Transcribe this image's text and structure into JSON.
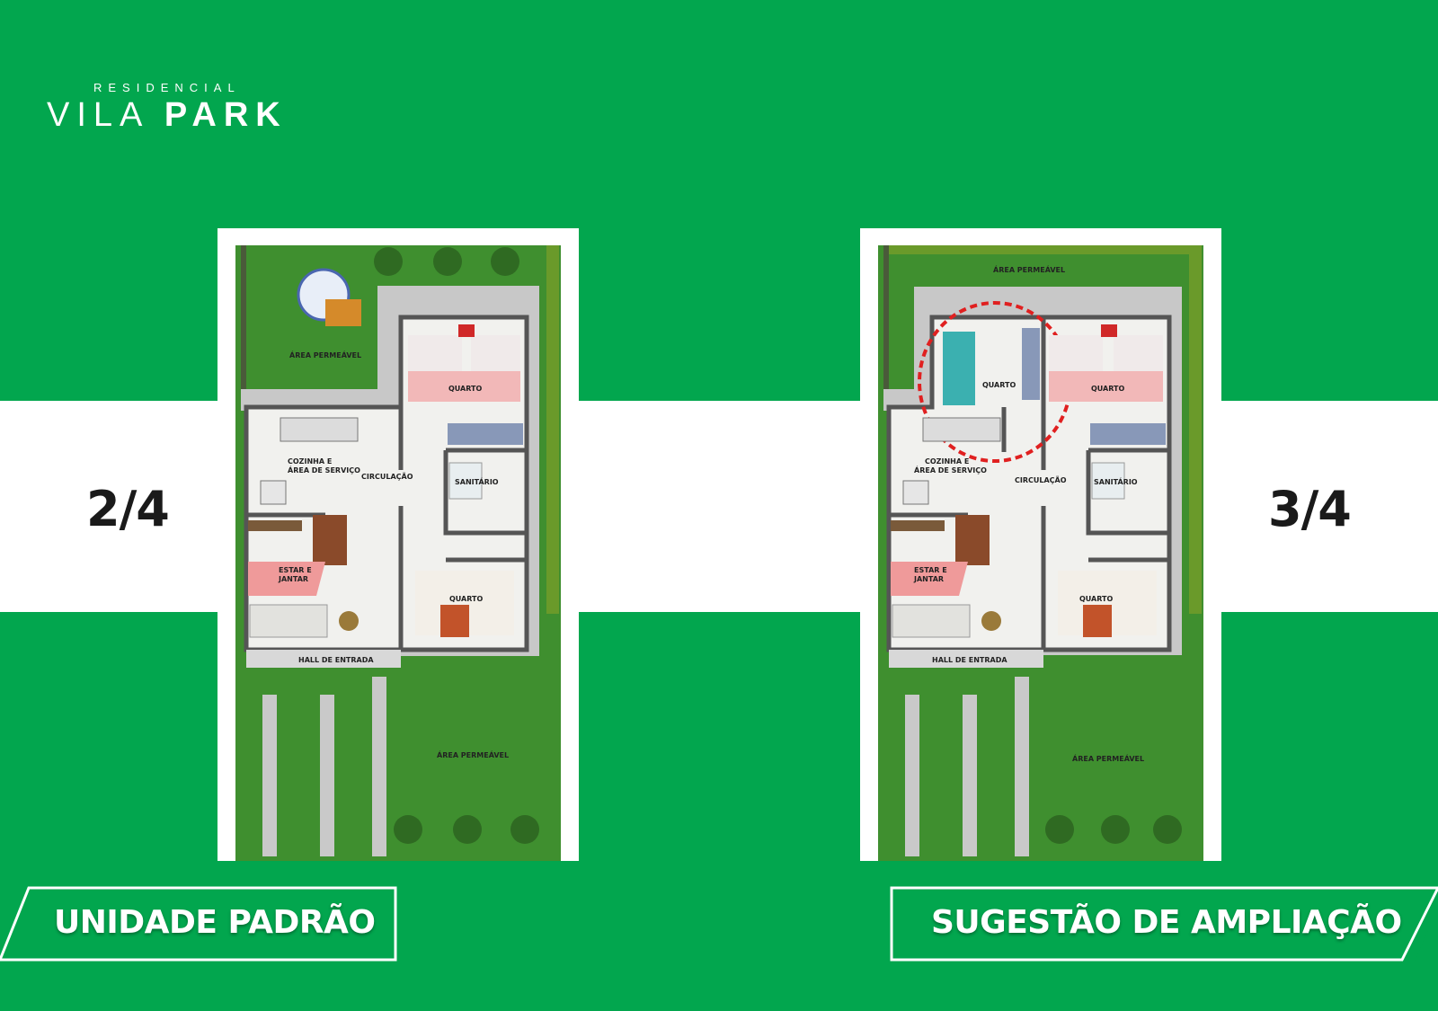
{
  "colors": {
    "brand": "#02a64e",
    "band": "#ffffff",
    "grass": "#3f8f2f",
    "floor": "#f1f1ee",
    "wall": "#555555",
    "path": "#c8c8c8",
    "highlight": "#e02020"
  },
  "logo": {
    "small": "RESIDENCIAL",
    "word_thin": "VILA",
    "word_bold": "PARK"
  },
  "left_option": {
    "ratio": "2/4",
    "banner": "UNIDADE PADRÃO",
    "plan_labels": {
      "area_top": "ÁREA PERMEÁVEL",
      "quarto_top": "QUARTO",
      "cozinha_1": "COZINHA E",
      "cozinha_2": "ÁREA DE SERVIÇO",
      "circulacao": "CIRCULAÇÃO",
      "sanitario": "SANITÁRIO",
      "estar_1": "ESTAR E",
      "estar_2": "JANTAR",
      "quarto_bottom": "QUARTO",
      "hall": "HALL DE ENTRADA",
      "area_bottom": "ÁREA PERMEÁVEL"
    }
  },
  "right_option": {
    "ratio": "3/4",
    "banner": "SUGESTÃO DE AMPLIAÇÃO",
    "plan_labels": {
      "area_top": "ÁREA PERMEÁVEL",
      "quarto_new": "QUARTO",
      "quarto_top": "QUARTO",
      "cozinha_1": "COZINHA E",
      "cozinha_2": "ÁREA DE SERVIÇO",
      "circulacao": "CIRCULAÇÃO",
      "sanitario": "SANITÁRIO",
      "estar_1": "ESTAR E",
      "estar_2": "JANTAR",
      "quarto_bottom": "QUARTO",
      "hall": "HALL DE ENTRADA",
      "area_bottom": "ÁREA PERMEÁVEL"
    }
  }
}
